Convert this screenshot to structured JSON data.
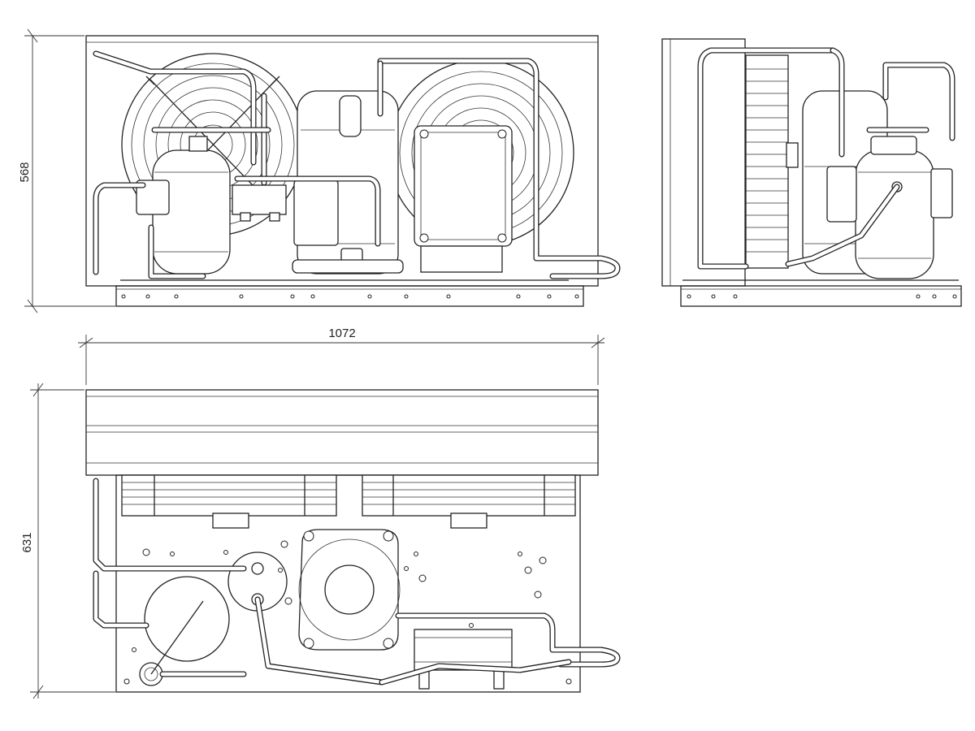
{
  "dimensions": {
    "width_label": "1072",
    "height_label": "568",
    "depth_label": "631"
  }
}
